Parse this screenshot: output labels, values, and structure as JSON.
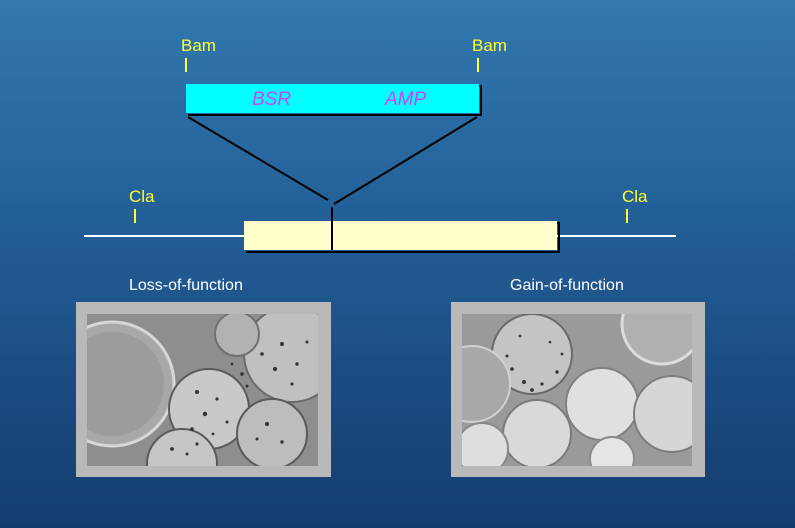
{
  "colors": {
    "site_label": "#ffff33",
    "vector_fill": "#00ffff",
    "vector_text": "#d040ff",
    "gene_fill": "#ffffcc",
    "line": "#ffffff"
  },
  "vector": {
    "left_site": "Bam",
    "right_site": "Bam",
    "marker_1": "BSR",
    "marker_2": "AMP"
  },
  "genomic": {
    "left_site": "Cla",
    "right_site": "Cla"
  },
  "photos": [
    {
      "caption": "Loss-of-function",
      "description_icon": "colony-micrograph"
    },
    {
      "caption": "Gain-of-function",
      "description_icon": "colony-micrograph"
    }
  ]
}
